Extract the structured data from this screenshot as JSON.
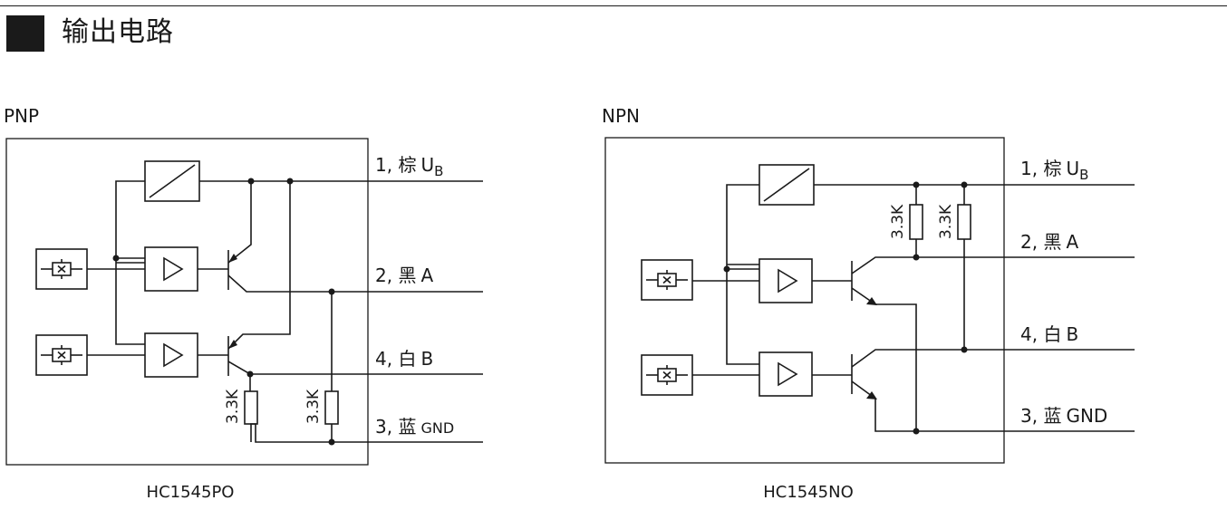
{
  "header": {
    "title": "输出电路"
  },
  "diagrams": [
    {
      "type_label": "PNP",
      "model": "HC1545PO",
      "pins": [
        {
          "num_label": "1, 棕",
          "symbol": "U",
          "subscript": "B"
        },
        {
          "num_label": "2, 黑",
          "symbol": "A"
        },
        {
          "num_label": "4, 白",
          "symbol": "B"
        },
        {
          "num_label": "3, 蓝",
          "symbol": "GND"
        }
      ],
      "resistor_labels": [
        "3.3K",
        "3.3K"
      ]
    },
    {
      "type_label": "NPN",
      "model": "HC1545NO",
      "pins": [
        {
          "num_label": "1, 棕",
          "symbol": "U",
          "subscript": "B"
        },
        {
          "num_label": "2, 黑",
          "symbol": "A"
        },
        {
          "num_label": "4, 白",
          "symbol": "B"
        },
        {
          "num_label": "3, 蓝",
          "symbol": "GND"
        }
      ],
      "resistor_labels": [
        "3.3K",
        "3.3K"
      ]
    }
  ]
}
